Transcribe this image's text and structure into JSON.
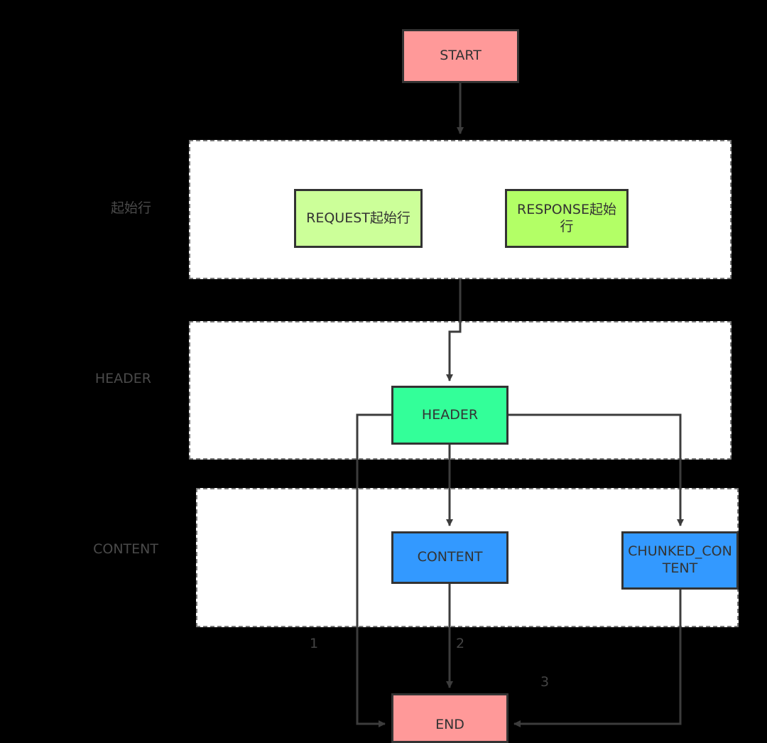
{
  "lanes": {
    "start_line": "起始行",
    "header": "HEADER",
    "content": "CONTENT"
  },
  "nodes": {
    "start": "START",
    "request_start_line": "REQUEST起始行",
    "response_start_line": "RESPONSE起始行",
    "header": "HEADER",
    "content": "CONTENT",
    "chunked_content": "CHUNKED_CONTENT",
    "end": "END"
  },
  "edge_labels": {
    "path_1": "1",
    "path_2": "2",
    "path_3": "3"
  },
  "colors": {
    "background": "#000000",
    "lane_fill": "#ffffff",
    "lane_border": "#7a7a7a",
    "terminal_fill": "#ff9999",
    "request_fill": "#ccff99",
    "response_fill": "#b3ff66",
    "header_fill": "#33ff99",
    "content_fill": "#3399ff",
    "connector": "#3c3c3c"
  }
}
